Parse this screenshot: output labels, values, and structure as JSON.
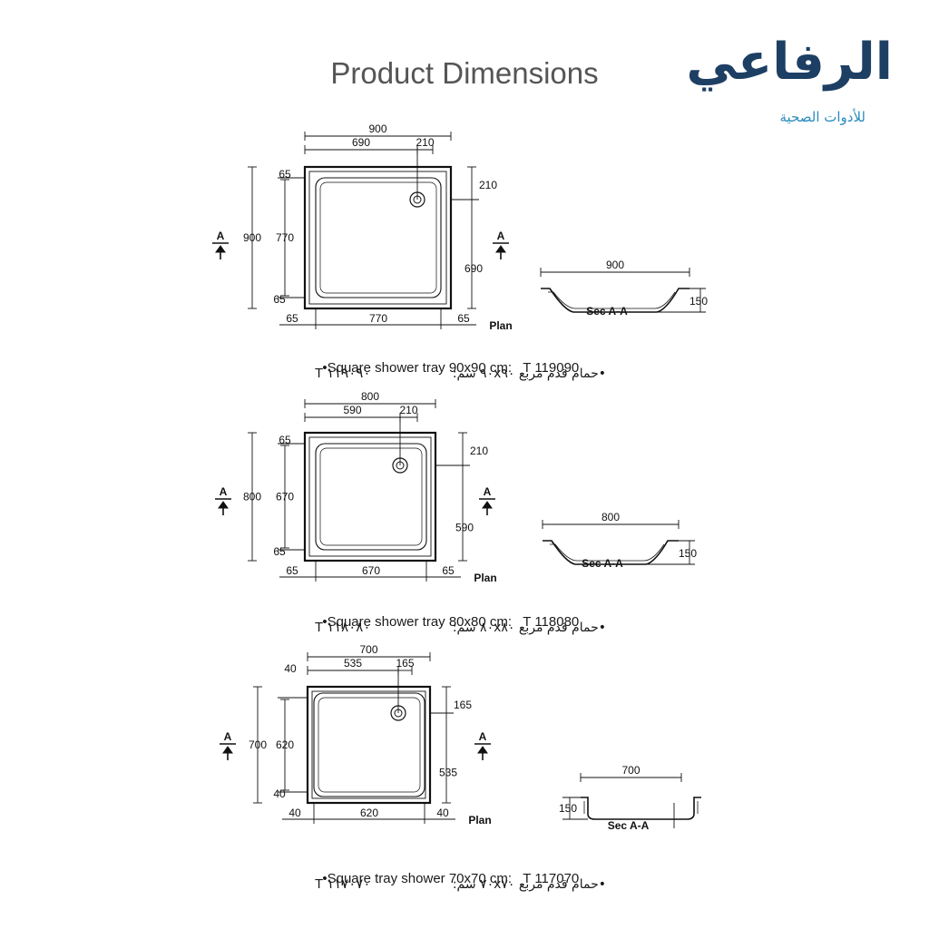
{
  "title": "Product Dimensions",
  "logo": {
    "name_ar": "الرفاعي",
    "tagline_ar": "للأدوات الصحية",
    "colors": {
      "primary": "#2a8bbd",
      "dark": "#1d3f64",
      "accent": "#7cc04a"
    }
  },
  "labels": {
    "plan": "Plan",
    "section": "Sec  A-A",
    "section_marker": "A"
  },
  "products": [
    {
      "caption_en": "•Square shower tray 90x90 cm:",
      "code_en": "T 119090",
      "caption_ar": "•حمام قدم مربع ٩٠x٩٠ سم:",
      "code_ar": "T ١١٩٠٩٠",
      "dims": {
        "overall": "900",
        "inner_left": "690",
        "inner_right": "210",
        "left_overall": "900",
        "left_inner": "770",
        "top_rim": "65",
        "bottom_rim": "65",
        "right_top": "210",
        "right_bottom": "690",
        "bottom_left": "65",
        "bottom_mid": "770",
        "bottom_right": "65",
        "section_width": "900",
        "section_height": "150"
      }
    },
    {
      "caption_en": "•Square shower tray 80x80 cm:",
      "code_en": "T 118080",
      "caption_ar": "•حمام قدم مربع ٨٠x٨٠ سم:",
      "code_ar": "T ١١٨٠٨٠",
      "dims": {
        "overall": "800",
        "inner_left": "590",
        "inner_right": "210",
        "left_overall": "800",
        "left_inner": "670",
        "top_rim": "65",
        "bottom_rim": "65",
        "right_top": "210",
        "right_bottom": "590",
        "bottom_left": "65",
        "bottom_mid": "670",
        "bottom_right": "65",
        "section_width": "800",
        "section_height": "150"
      }
    },
    {
      "caption_en": "•Square tray shower 70x70 cm:",
      "code_en": "T 117070",
      "caption_ar": "•حمام قدم مربع ٧٠x٧٠ سم:",
      "code_ar": "T ١١٧٠٧٠",
      "dims": {
        "overall": "700",
        "inner_left": "535",
        "inner_right": "165",
        "top_left": "40",
        "left_overall": "700",
        "left_inner": "620",
        "bottom_rim": "40",
        "right_top": "165",
        "right_bottom": "535",
        "bottom_left": "40",
        "bottom_mid": "620",
        "bottom_right": "40",
        "section_width": "700",
        "section_height": "150"
      }
    }
  ]
}
